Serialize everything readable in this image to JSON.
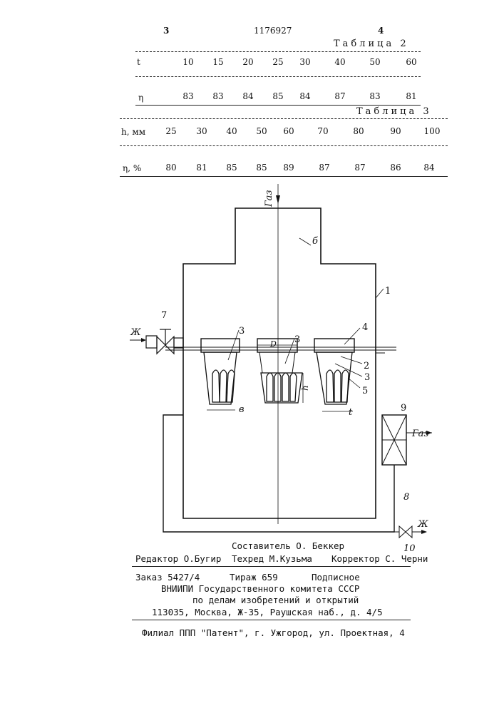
{
  "header": {
    "page_left": "3",
    "patent_number": "1176927",
    "page_right": "4"
  },
  "table2": {
    "caption": "Таблица 2",
    "rows": [
      {
        "label": "t",
        "values": [
          "10",
          "15",
          "20",
          "25",
          "30",
          "40",
          "50",
          "60"
        ]
      },
      {
        "label": "η",
        "values": [
          "83",
          "83",
          "84",
          "85",
          "84",
          "87",
          "83",
          "81"
        ]
      }
    ]
  },
  "table3": {
    "caption": "Таблица 3",
    "rows": [
      {
        "label": "h, мм",
        "values": [
          "25",
          "30",
          "40",
          "50",
          "60",
          "70",
          "80",
          "90",
          "100"
        ]
      },
      {
        "label": "η, %",
        "values": [
          "80",
          "81",
          "85",
          "85",
          "89",
          "87",
          "87",
          "86",
          "84"
        ]
      }
    ]
  },
  "figure": {
    "labels": {
      "gas_in": "Газ",
      "gas_out": "Газ",
      "liquid_in": "Ж",
      "liquid_out": "Ж",
      "dim_d": "D",
      "dim_h": "h",
      "dim_b": "в",
      "dim_t": "t",
      "n1": "1",
      "n2": "2",
      "n3a": "3",
      "n3b": "3",
      "n3c": "3",
      "n4": "4",
      "n5": "5",
      "n6": "б",
      "n7": "7",
      "n8": "8",
      "n9": "9",
      "n10": "10"
    }
  },
  "footer": {
    "composer": "Составитель О. Беккер",
    "editor": "Редактор О.Бугир",
    "techred": "Техред М.Кузьма",
    "corrector": "Корректор С. Черни",
    "order": "Заказ 5427/4",
    "circulation": "Тираж 659",
    "subscription": "Подписное",
    "institute": "ВНИИПИ Государственного комитета СССР",
    "committee": "по делам изобретений и открытий",
    "address": "113035, Москва, Ж-35, Раушская наб., д. 4/5",
    "branch": "Филиал ППП \"Патент\", г. Ужгород, ул. Проектная, 4"
  }
}
